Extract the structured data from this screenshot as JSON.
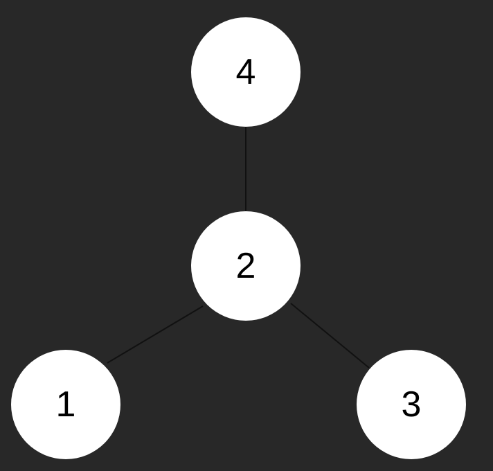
{
  "colors": {
    "background": "#282828",
    "node_fill": "#ffffff",
    "edge": "#111111",
    "label": "#000000"
  },
  "nodes": [
    {
      "id": "4",
      "label": "4"
    },
    {
      "id": "2",
      "label": "2"
    },
    {
      "id": "1",
      "label": "1"
    },
    {
      "id": "3",
      "label": "3"
    }
  ],
  "edges": [
    {
      "from": "4",
      "to": "2"
    },
    {
      "from": "2",
      "to": "1"
    },
    {
      "from": "2",
      "to": "3"
    }
  ]
}
